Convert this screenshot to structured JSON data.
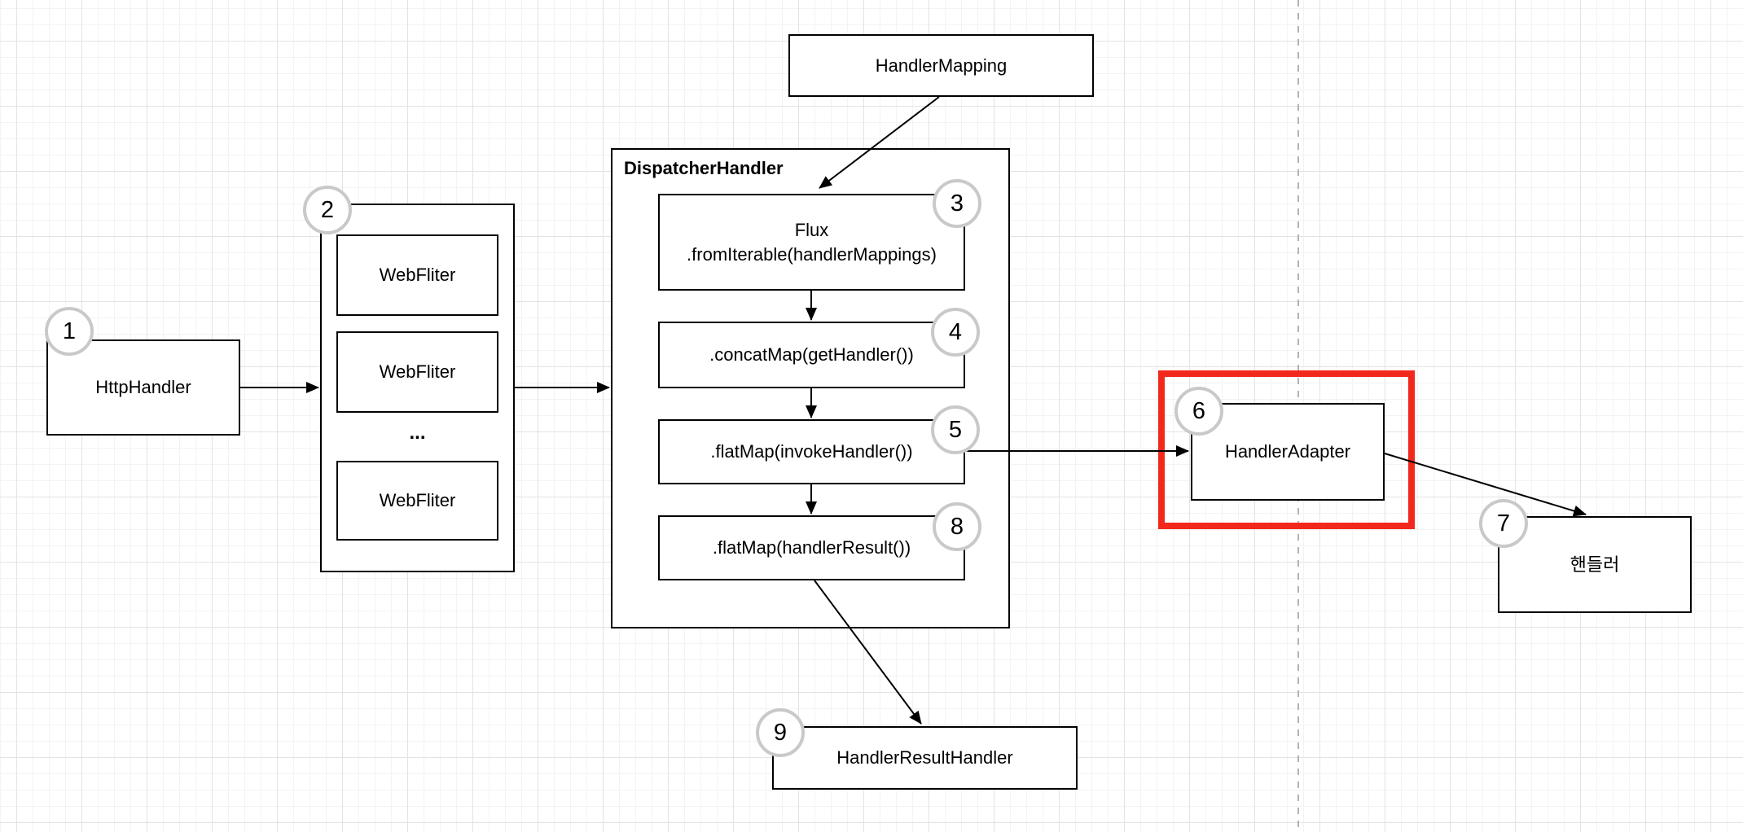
{
  "diagram": {
    "nodes": {
      "handler_mapping": {
        "label": "HandlerMapping"
      },
      "http_handler": {
        "label": "HttpHandler",
        "badge": "1"
      },
      "webfilter_group": {
        "badge": "2",
        "filters": [
          "WebFliter",
          "WebFliter",
          "WebFliter"
        ],
        "ellipsis": "..."
      },
      "dispatcher_handler": {
        "title": "DispatcherHandler",
        "steps": [
          {
            "line1": "Flux",
            "line2": ".fromIterable(handlerMappings)",
            "badge": "3"
          },
          {
            "line1": ".concatMap(getHandler())",
            "badge": "4"
          },
          {
            "line1": ".flatMap(invokeHandler())",
            "badge": "5"
          },
          {
            "line1": ".flatMap(handlerResult())",
            "badge": "8"
          }
        ]
      },
      "handler_adapter": {
        "label": "HandlerAdapter",
        "badge": "6",
        "highlighted": true
      },
      "handler_korean": {
        "label": "핸들러",
        "badge": "7"
      },
      "handler_result_handler": {
        "label": "HandlerResultHandler",
        "badge": "9"
      }
    },
    "edges": [
      {
        "from": "HttpHandler",
        "to": "WebFliter group"
      },
      {
        "from": "WebFliter group",
        "to": "DispatcherHandler"
      },
      {
        "from": "HandlerMapping",
        "to": "Flux.fromIterable(handlerMappings)"
      },
      {
        "from": "Flux.fromIterable(handlerMappings)",
        "to": ".concatMap(getHandler())"
      },
      {
        "from": ".concatMap(getHandler())",
        "to": ".flatMap(invokeHandler())"
      },
      {
        "from": ".flatMap(invokeHandler())",
        "to": ".flatMap(handlerResult())"
      },
      {
        "from": ".flatMap(invokeHandler())",
        "to": "HandlerAdapter"
      },
      {
        "from": "HandlerAdapter",
        "to": "핸들러"
      },
      {
        "from": ".flatMap(handlerResult())",
        "to": "HandlerResultHandler"
      }
    ],
    "colors": {
      "highlight_border": "#f2281c",
      "node_border": "#000000",
      "badge_border": "#c9c9c9",
      "divider": "#b3b3b3",
      "edge": "#000000",
      "background": "#ffffff"
    }
  }
}
